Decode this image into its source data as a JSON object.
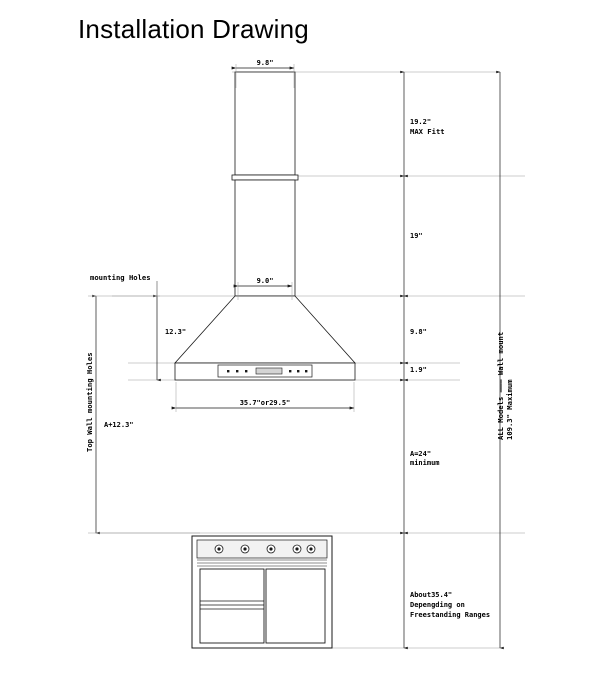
{
  "page": {
    "title": "Installation Drawing",
    "background_color": "#ffffff",
    "line_color": "#1a1a1a",
    "thin_line_color": "#888888"
  },
  "dimensions": {
    "chimney_top_width": "9.8\"",
    "chimney_bottom_width": "9.0\"",
    "max_fitt_value": "19.2\"",
    "max_fitt_label": "MAX Fitt",
    "chimney_lower_height": "19\"",
    "hood_taper_height": "9.8\"",
    "hood_band_height": "1.9\"",
    "mounting_holes_drop": "12.3\"",
    "hood_width": "35.7\"or29.5\"",
    "clearance_label_value": "A=24\"",
    "clearance_label_note": "minimum",
    "wall_mount_total": "A+12.3\""
  },
  "labels": {
    "mounting_holes": "mounting Holes",
    "top_wall_mounting_holes": "Top Wall mounting Holes",
    "all_models_wall_mount": "ALL Models ——— Wall mount",
    "maximum_height": "109.3\" Maximum"
  },
  "notes": {
    "range_height": "About35.4\"",
    "range_note_line2": "Depengding on",
    "range_note_line3": "Freestanding Ranges"
  },
  "range": {
    "knob_count": 5,
    "door_count": 2
  },
  "control_panel": {
    "left_buttons": 3,
    "right_buttons": 3,
    "display": "display-slot"
  }
}
